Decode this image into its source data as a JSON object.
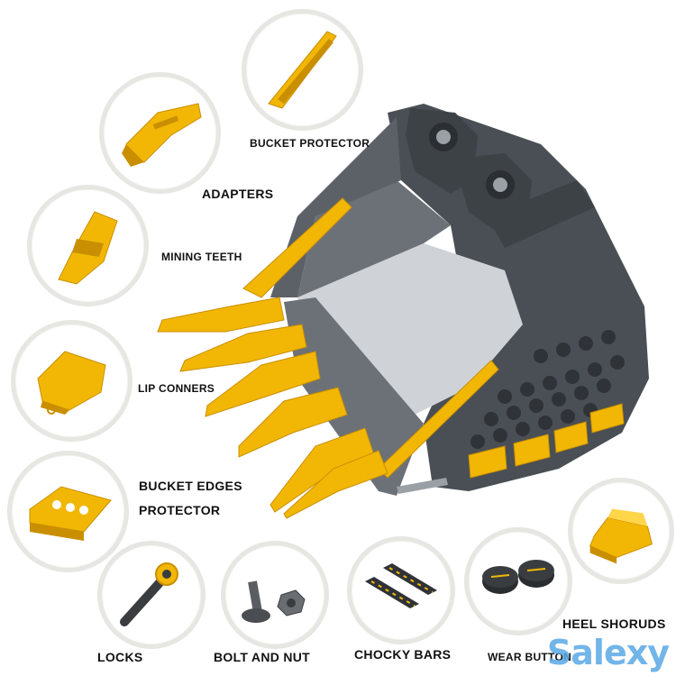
{
  "labels": {
    "bucket_protector": "BUCKET PROTECTOR",
    "adapters": "ADAPTERS",
    "mining_teeth": "MINING TEETH",
    "lip_conners": "LIP CONNERS",
    "bucket_edges_line1": "BUCKET EDGES",
    "bucket_edges_line2": "PROTECTOR",
    "locks": "LOCKS",
    "bolt_and_nut": "BOLT AND NUT",
    "chocky_bars": "CHOCKY BARS",
    "wear_button": "WEAR BUTTON",
    "heel_shrouds": "HEEL SHORUDS"
  },
  "watermark": "Salexy",
  "colors": {
    "part_yellow": "#f2b705",
    "part_shadow": "#c98f00",
    "bucket_dark": "#4a4f55",
    "bucket_light": "#cfd2d6",
    "circle_ring": "#e6e6e2",
    "watermark": "#5aa9e6"
  }
}
